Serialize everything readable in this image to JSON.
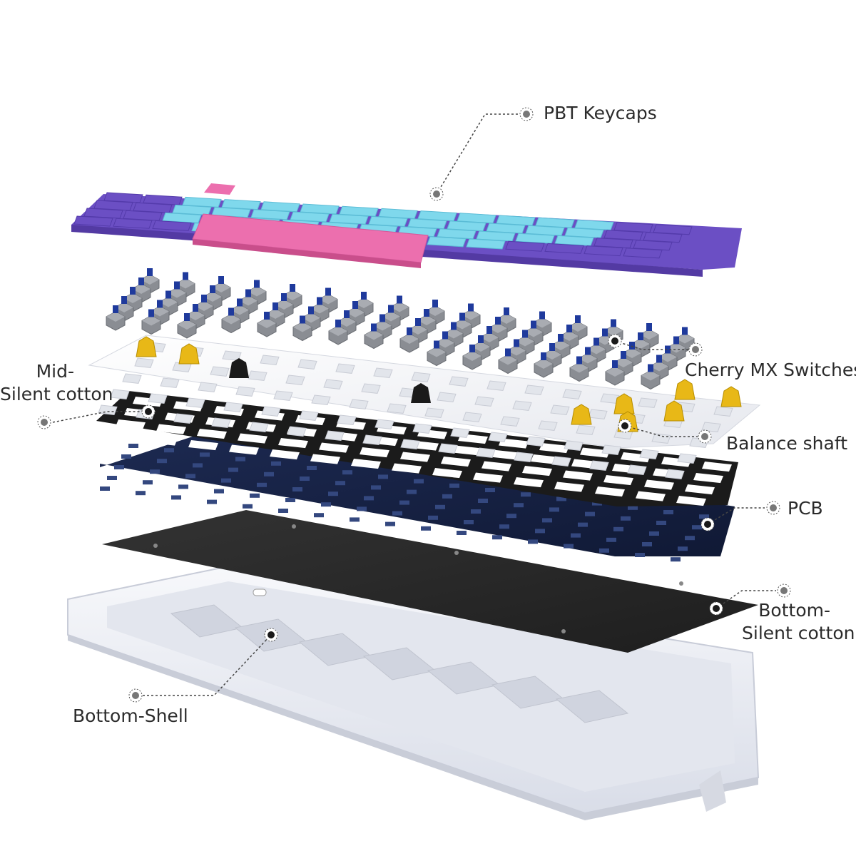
{
  "diagram": {
    "labels": {
      "keycaps": "PBT  Keycaps",
      "switches": "Cherry MX Switches",
      "mid_cotton_line1": "Mid-",
      "mid_cotton_line2": "Silent cotton",
      "balance_shaft": "Balance shaft",
      "pcb": "PCB",
      "bottom_cotton_line1": "Bottom-",
      "bottom_cotton_line2": "Silent cotton",
      "bottom_shell": "Bottom-Shell"
    },
    "colors": {
      "keycap_purple": "#6b4fc4",
      "keycap_cyan": "#7fd8ec",
      "keycap_pink": "#ec6fae",
      "switch_housing": "#8a8d93",
      "switch_stem": "#1f3a9c",
      "plate": "#f4f5f7",
      "stabilizer": "#e8b817",
      "foam_frame": "#1b1b1b",
      "pcb": "#16203f",
      "bottom_foam": "#2c2c2c",
      "shell": "#eef1f7",
      "leader": "#444444",
      "text": "#2b2b2b"
    }
  }
}
